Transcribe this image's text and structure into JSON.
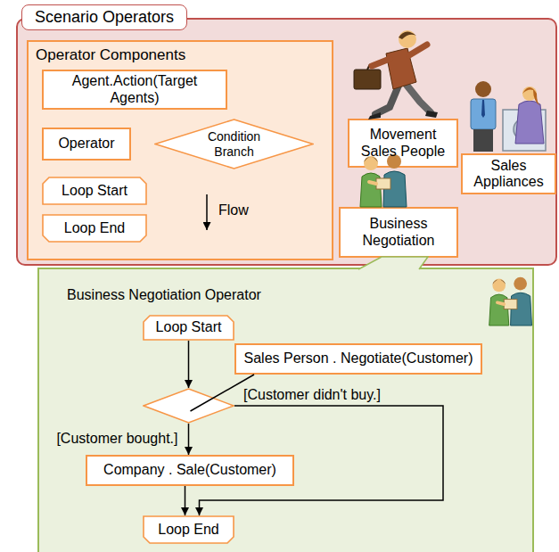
{
  "diagram": {
    "nodes": [
      {
        "text": [
          "Scenario Operators"
        ]
      },
      {
        "text": [
          "Operator Components"
        ],
        "in": 0
      },
      {
        "text": [
          "Agent.Action(Target Agents)"
        ],
        "in": 1
      },
      {
        "text": [
          "Operator"
        ],
        "in": 1
      },
      {
        "text": [
          "Condition Branch"
        ],
        "in": 1
      },
      {
        "text": [
          "Loop Start"
        ],
        "in": 1
      },
      {
        "text": [
          "Loop End"
        ],
        "in": 1
      },
      {
        "text": [
          "Movement Sales People"
        ],
        "in": 0
      },
      {
        "text": [
          "Sales Appliances"
        ],
        "in": 0
      },
      {
        "text": [
          "Business Negotiation"
        ],
        "in": 0
      },
      {
        "text": [
          "Business Negotiation Operator"
        ]
      },
      {
        "text": [
          "Loop Start"
        ],
        "in": 10
      },
      {
        "text": [
          "Sales Person . Negotiate(Customer)"
        ],
        "in": 10
      },
      {
        "text": [],
        "in": 10
      },
      {
        "text": [
          "Company . Sale(Customer)"
        ],
        "in": 10
      },
      {
        "text": [
          "Loop End"
        ],
        "in": 10
      }
    ],
    "edges": [
      {
        "from": 9,
        "to": 10,
        "arrow": "none"
      },
      {
        "from": 11,
        "to": 13,
        "arrow": "to"
      },
      {
        "from": 12,
        "to": 13,
        "arrow": "none"
      },
      {
        "from": 13,
        "to": 14,
        "label": "[Customer bought.]",
        "arrow": "to"
      },
      {
        "from": 13,
        "to": 15,
        "label": "[Customer didn't buy.]",
        "arrow": "to"
      },
      {
        "from": 14,
        "to": 15,
        "arrow": "to"
      }
    ],
    "labels": [
      "Flow"
    ]
  }
}
